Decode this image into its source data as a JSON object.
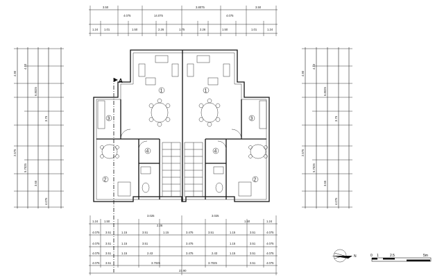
{
  "drawing": {
    "section_marker": "A",
    "rooms": [
      "1",
      "1",
      "2",
      "2",
      "3",
      "3",
      "4",
      "4"
    ],
    "top_dims_row1": [
      "3.50",
      "4.075",
      "14.075",
      "3.8075",
      "4.075",
      "3.50"
    ],
    "top_dims_row2": [
      "1.24",
      "1.01",
      "1.50",
      "2.26",
      "1.75",
      "2.26",
      "1.50",
      "1.01",
      "1.24"
    ],
    "bottom_dims_row1": [
      "1.24",
      "1.50",
      "3.025",
      "2.26",
      "3.025",
      "1.50",
      "1.24"
    ],
    "bottom_dims_row2": [
      "4.075",
      "3.51",
      "1.15",
      "3.51",
      "1.15",
      "3.475",
      "3.51",
      "1.15",
      "3.51",
      "4.075"
    ],
    "bottom_dims_row3": [
      "4.075",
      "3.51",
      "1.15",
      "3.51",
      "3.475",
      "1.15",
      "3.51",
      "4.075"
    ],
    "bottom_dims_row4": [
      "4.075",
      "3.51",
      "1.15",
      "2.43",
      "3.475",
      "2.43",
      "1.15",
      "3.51",
      "4.075"
    ],
    "bottom_dims_row5": [
      "4.075",
      "3.51",
      "3.7025",
      "3.7025",
      "3.51",
      "4.075"
    ],
    "bottom_total": "23.90",
    "left_dims": [
      "4.90",
      "4.10",
      "6.8025",
      "3.75",
      "2.575",
      "5.7025",
      "3.65",
      "4.075"
    ],
    "right_dims": [
      "4.90",
      "4.10",
      "6.8025",
      "3.75",
      "2.575",
      "5.7025",
      "3.65",
      "4.075"
    ],
    "scale_labels": [
      "0",
      "1",
      "2.5",
      "5m"
    ],
    "north_label": "N"
  }
}
